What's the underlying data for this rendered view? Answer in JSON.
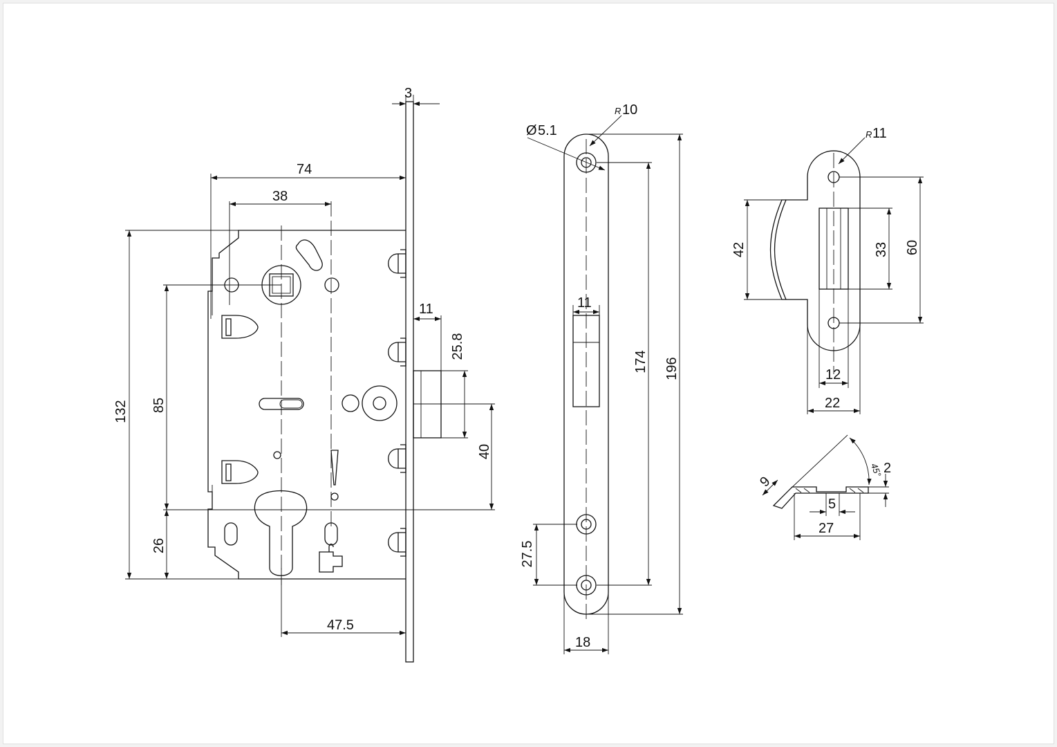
{
  "dimensions": {
    "case_thickness": "3",
    "backset_total": "74",
    "handle_offset": "38",
    "height_case": "132",
    "handle_to_cylinder": "85",
    "cylinder_to_bottom": "26",
    "cylinder_backset": "47.5",
    "latch_width": "11",
    "latch_height": "25.8",
    "latch_offset": "40",
    "hole_diameter_prefix": "Ø",
    "hole_diameter": "5.1",
    "faceplate_radius_prefix": "R",
    "faceplate_radius": "10",
    "slot_width": "11",
    "hole_spacing": "174",
    "faceplate_length": "196",
    "bottom_hole_offset": "27.5",
    "faceplate_width": "18",
    "strike_radius_prefix": "R",
    "strike_radius": "11",
    "strike_lip_height": "42",
    "strike_slot_height": "33",
    "strike_hole_spacing": "60",
    "strike_slot_width": "12",
    "strike_width": "22",
    "profile_lip": "9",
    "profile_angle": "45°",
    "profile_thickness": "2",
    "profile_slot": "5",
    "profile_width": "27"
  }
}
